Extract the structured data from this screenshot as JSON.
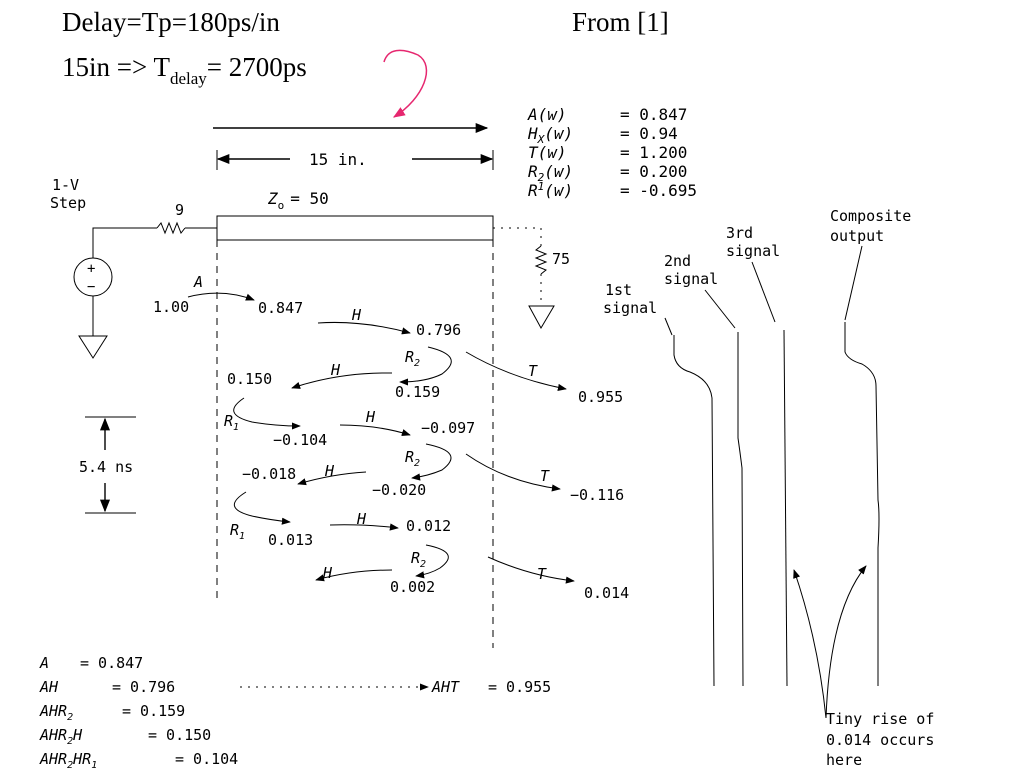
{
  "header": {
    "delay_line": "Delay=Tp=180ps/in",
    "from_ref": "From [1]",
    "line2_prefix": "15in => T",
    "line2_sub": "delay",
    "line2_suffix": "= 2700ps"
  },
  "coefficients": {
    "A": {
      "sym": "A(w)",
      "eq": "= 0.847"
    },
    "Hx": {
      "sym": "H",
      "sub": "X",
      "arg": "(w)",
      "eq": "= 0.94"
    },
    "T": {
      "sym": "T(w)",
      "eq": "= 1.200"
    },
    "R2": {
      "sym": "R",
      "sub": "2",
      "arg": "(w)",
      "eq": "= 0.200"
    },
    "R1": {
      "sym": "R",
      "sub": "1",
      "arg": "(w)",
      "eq": "= -0.695"
    }
  },
  "circuit": {
    "length_label": "15 in.",
    "step_label_1": "1-V",
    "step_label_2": "Step",
    "source_resistor": "9",
    "impedance_prefix": "Z",
    "impedance_sub": "o",
    "impedance_value": "= 50",
    "load_resistor": "75",
    "plus": "+",
    "minus": "−"
  },
  "bounce": {
    "A_label": "A",
    "initial": "1.00",
    "v1": "0.847",
    "H": "H",
    "v2": "0.796",
    "R": "R",
    "sub2": "2",
    "sub1": "1",
    "v3": "0.159",
    "v4": "0.150",
    "T": "T",
    "out1": "0.955",
    "v5": "−0.104",
    "v6": "−0.097",
    "v7": "−0.018",
    "v8": "−0.020",
    "out2": "−0.116",
    "v9": "0.013",
    "v10": "0.012",
    "v11": "0.002",
    "out3": "0.014",
    "time_label": "5.4 ns"
  },
  "signals": {
    "first_1": "1st",
    "first_2": "signal",
    "second_1": "2nd",
    "second_2": "signal",
    "third_1": "3rd",
    "third_2": "signal",
    "comp_1": "Composite",
    "comp_2": "output",
    "tiny_1": "Tiny rise of",
    "tiny_2": "0.014 occurs",
    "tiny_3": "here"
  },
  "equations": {
    "e1": {
      "lhs": "A",
      "rhs": "= 0.847"
    },
    "e2": {
      "lhs": "AH",
      "rhs": "= 0.796"
    },
    "e3": {
      "lhs": "AHR",
      "sub": "2",
      "rhs": "= 0.159"
    },
    "e4": {
      "lhs": "AHR",
      "sub": "2",
      "tail": "H",
      "rhs": "= 0.150"
    },
    "e5": {
      "lhs": "AHR",
      "sub": "2",
      "tail": "HR",
      "sub2": "1",
      "rhs": "= 0.104"
    },
    "aht": {
      "lhs": "AHT",
      "rhs": "= 0.955"
    }
  }
}
